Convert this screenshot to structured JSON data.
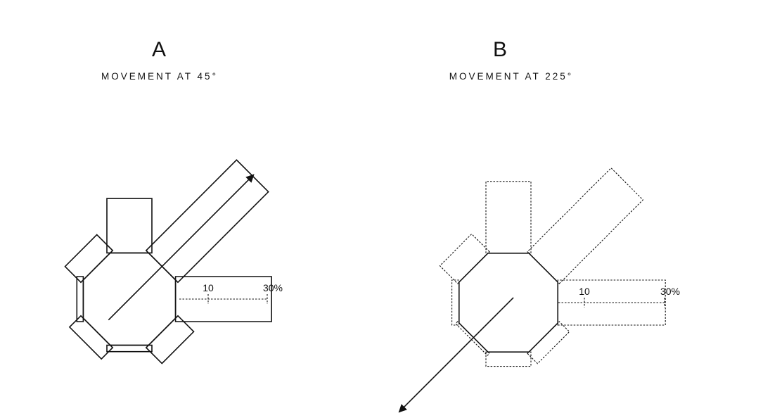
{
  "panels": [
    {
      "letter": "A",
      "subtitle": "MOVEMENT AT 45°",
      "movement_direction_deg": 45,
      "scale_tick_labels": [
        "10",
        "30%"
      ],
      "bars": [
        {
          "direction_deg": 0,
          "percent": 30,
          "style": "solid"
        },
        {
          "direction_deg": 45,
          "percent": 40,
          "style": "solid"
        },
        {
          "direction_deg": 90,
          "percent": 17,
          "style": "solid"
        },
        {
          "direction_deg": 135,
          "percent": 7,
          "style": "solid"
        },
        {
          "direction_deg": 180,
          "percent": 2,
          "style": "solid"
        },
        {
          "direction_deg": 225,
          "percent": 5,
          "style": "solid"
        },
        {
          "direction_deg": 270,
          "percent": 2,
          "style": "solid"
        },
        {
          "direction_deg": 315,
          "percent": 7,
          "style": "solid"
        }
      ]
    },
    {
      "letter": "B",
      "subtitle": "MOVEMENT AT 225°",
      "movement_direction_deg": 225,
      "scale_tick_labels": [
        "10",
        "30%"
      ],
      "bars": [
        {
          "direction_deg": 0,
          "percent": 30,
          "style": "dotted"
        },
        {
          "direction_deg": 45,
          "percent": 33,
          "style": "dotted"
        },
        {
          "direction_deg": 90,
          "percent": 20,
          "style": "dotted"
        },
        {
          "direction_deg": 135,
          "percent": 7,
          "style": "dotted"
        },
        {
          "direction_deg": 180,
          "percent": 2,
          "style": "dotted"
        },
        {
          "direction_deg": 225,
          "percent": 0,
          "style": "dotted"
        },
        {
          "direction_deg": 270,
          "percent": 4,
          "style": "dotted"
        },
        {
          "direction_deg": 315,
          "percent": 4,
          "style": "dotted"
        }
      ]
    }
  ]
}
